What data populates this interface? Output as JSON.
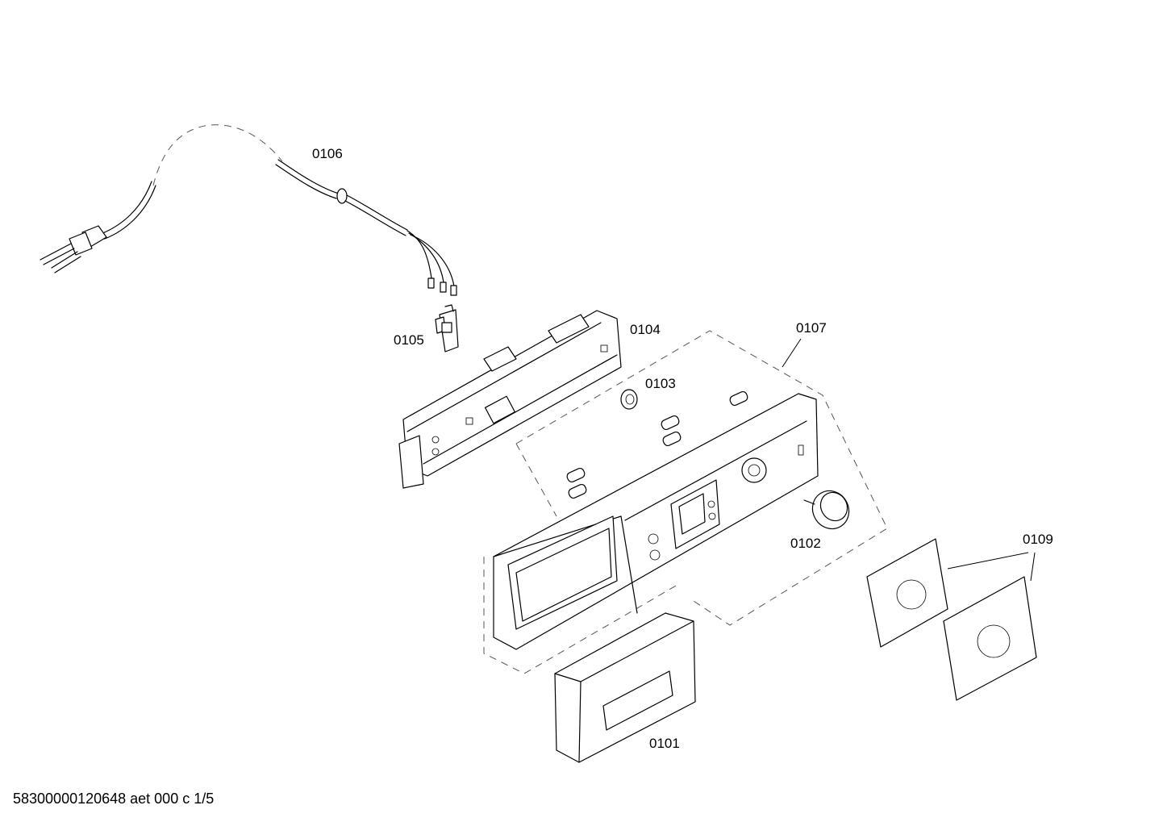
{
  "parts": {
    "p0101": "0101",
    "p0102": "0102",
    "p0103": "0103",
    "p0104": "0104",
    "p0105": "0105",
    "p0106": "0106",
    "p0107": "0107",
    "p0109": "0109"
  },
  "footer": {
    "code": "58300000120648 aet 000 c 1/5"
  },
  "colors": {
    "line": "#000000",
    "dashed": "#555555",
    "background": "#ffffff"
  }
}
